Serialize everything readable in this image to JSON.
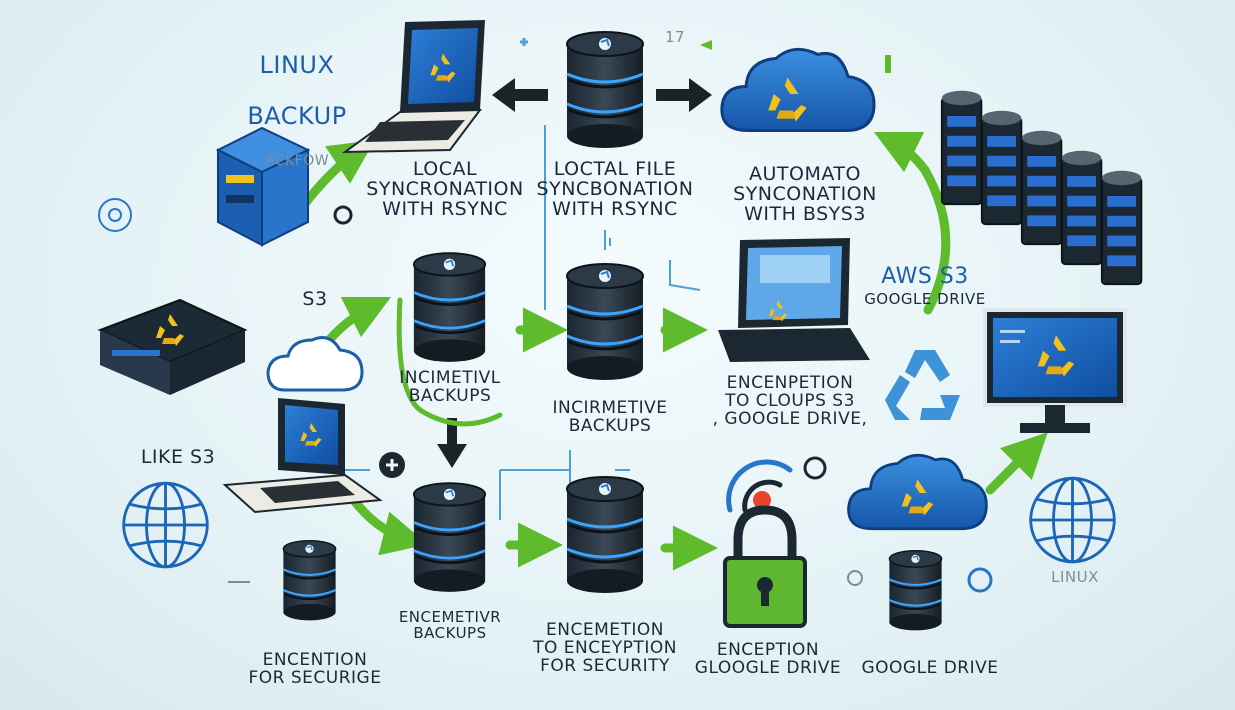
{
  "title": {
    "line1": "LINUX",
    "line2": "BACKUP",
    "line3": "ACKFOW"
  },
  "labels": {
    "local_sync": "LocaL\nSyncronation\nwith RSYnc",
    "local_file_sync": "LoctaL File\nSyncbonation\nwith RSYnc",
    "auto_sync": "Automato\nSynconation\nwith BSYS3",
    "s3_left": "S3",
    "aws_s3": "AWS S3",
    "google_drive_small": "Google Drive",
    "incremental_1": "Incimetivl\nBackups",
    "incremental_2": "Incirmetive\nBackups",
    "encryption_clouds": "Encenpetion\nto Cloups S3\n, Google Drive,",
    "like_s3": "lIke  S3",
    "encemetivr": "Encemetivr\nBackups",
    "encemetion_security": "Encemetion\nto Enceyption\nfor Security",
    "enception_gdrive": "Enception\nGloogle Drive",
    "google_drive": "Google Drive",
    "encention_securige": "Encention\nfor Securige",
    "faint_linux": "LINUX",
    "faint_small": "ACKFOW",
    "faint_17": "17"
  }
}
